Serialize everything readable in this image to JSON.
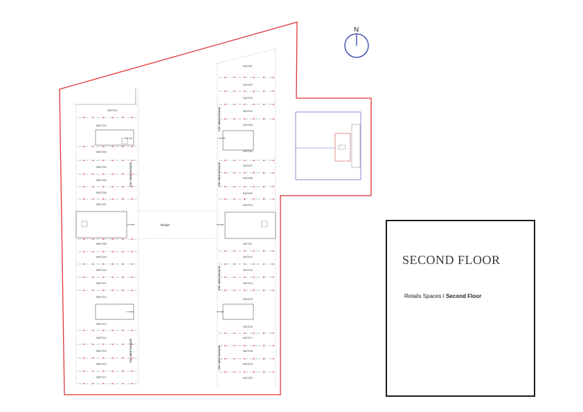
{
  "compass": {
    "label": "N"
  },
  "title_block": {
    "floor_title": "SECOND FLOOR",
    "subtitle_prefix": "Retails Spaces",
    "subtitle_separator": "I",
    "subtitle_bold": "Second Floor"
  },
  "plan": {
    "west_units": [
      "WEST201",
      "WEST202",
      "WEST203",
      "WEST204",
      "WEST205",
      "WEST206",
      "WEST207",
      "WEST208",
      "WEST209",
      "WEST210",
      "WEST211",
      "WEST212",
      "WEST213",
      "WEST214",
      "WEST215",
      "WEST216",
      "WEST217"
    ],
    "east_units": [
      "EAST201",
      "EAST202",
      "EAST203",
      "EAST204",
      "EAST205",
      "EAST206",
      "EAST207",
      "EAST208",
      "EAST209",
      "EAST210",
      "EAST211",
      "EAST212",
      "EAST213",
      "EAST214",
      "EAST215",
      "EAST216",
      "EAST217",
      "EAST218",
      "EAST219",
      "EAST220"
    ],
    "foyer_label": "FOYER",
    "bridge_label": "Bridge",
    "passage_label": "3'00\" WIDE PASSAGE"
  },
  "colors": {
    "boundary": "#e03232",
    "annex": "#3a3ab8",
    "compass": "#2b3fa8",
    "frame": "#1a1a1a"
  }
}
